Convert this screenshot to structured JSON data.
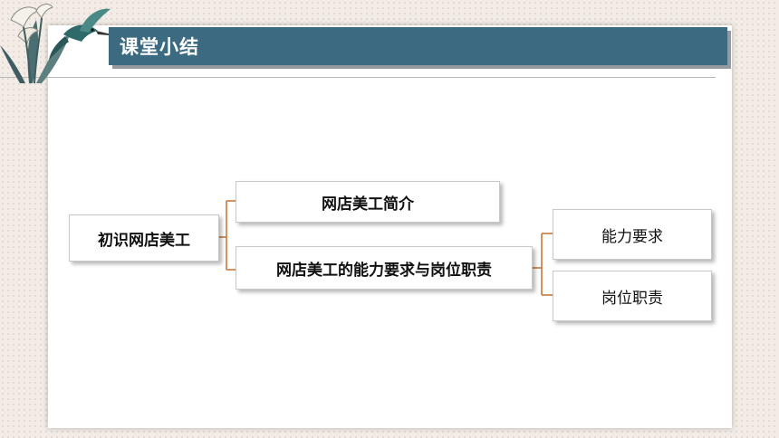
{
  "header": {
    "title": "课堂小结"
  },
  "diagram": {
    "root": "初识网店美工",
    "branches": [
      {
        "label": "网店美工简介"
      },
      {
        "label": "网店美工的能力要求与岗位职责",
        "children": [
          {
            "label": "能力要求"
          },
          {
            "label": "岗位职责"
          }
        ]
      }
    ]
  },
  "colors": {
    "title_bar": "#3c6a80",
    "connector": "#c87a3a",
    "background": "#f3ece6"
  },
  "icons": {
    "corner_decoration": "hummingbird-lily-icon"
  }
}
